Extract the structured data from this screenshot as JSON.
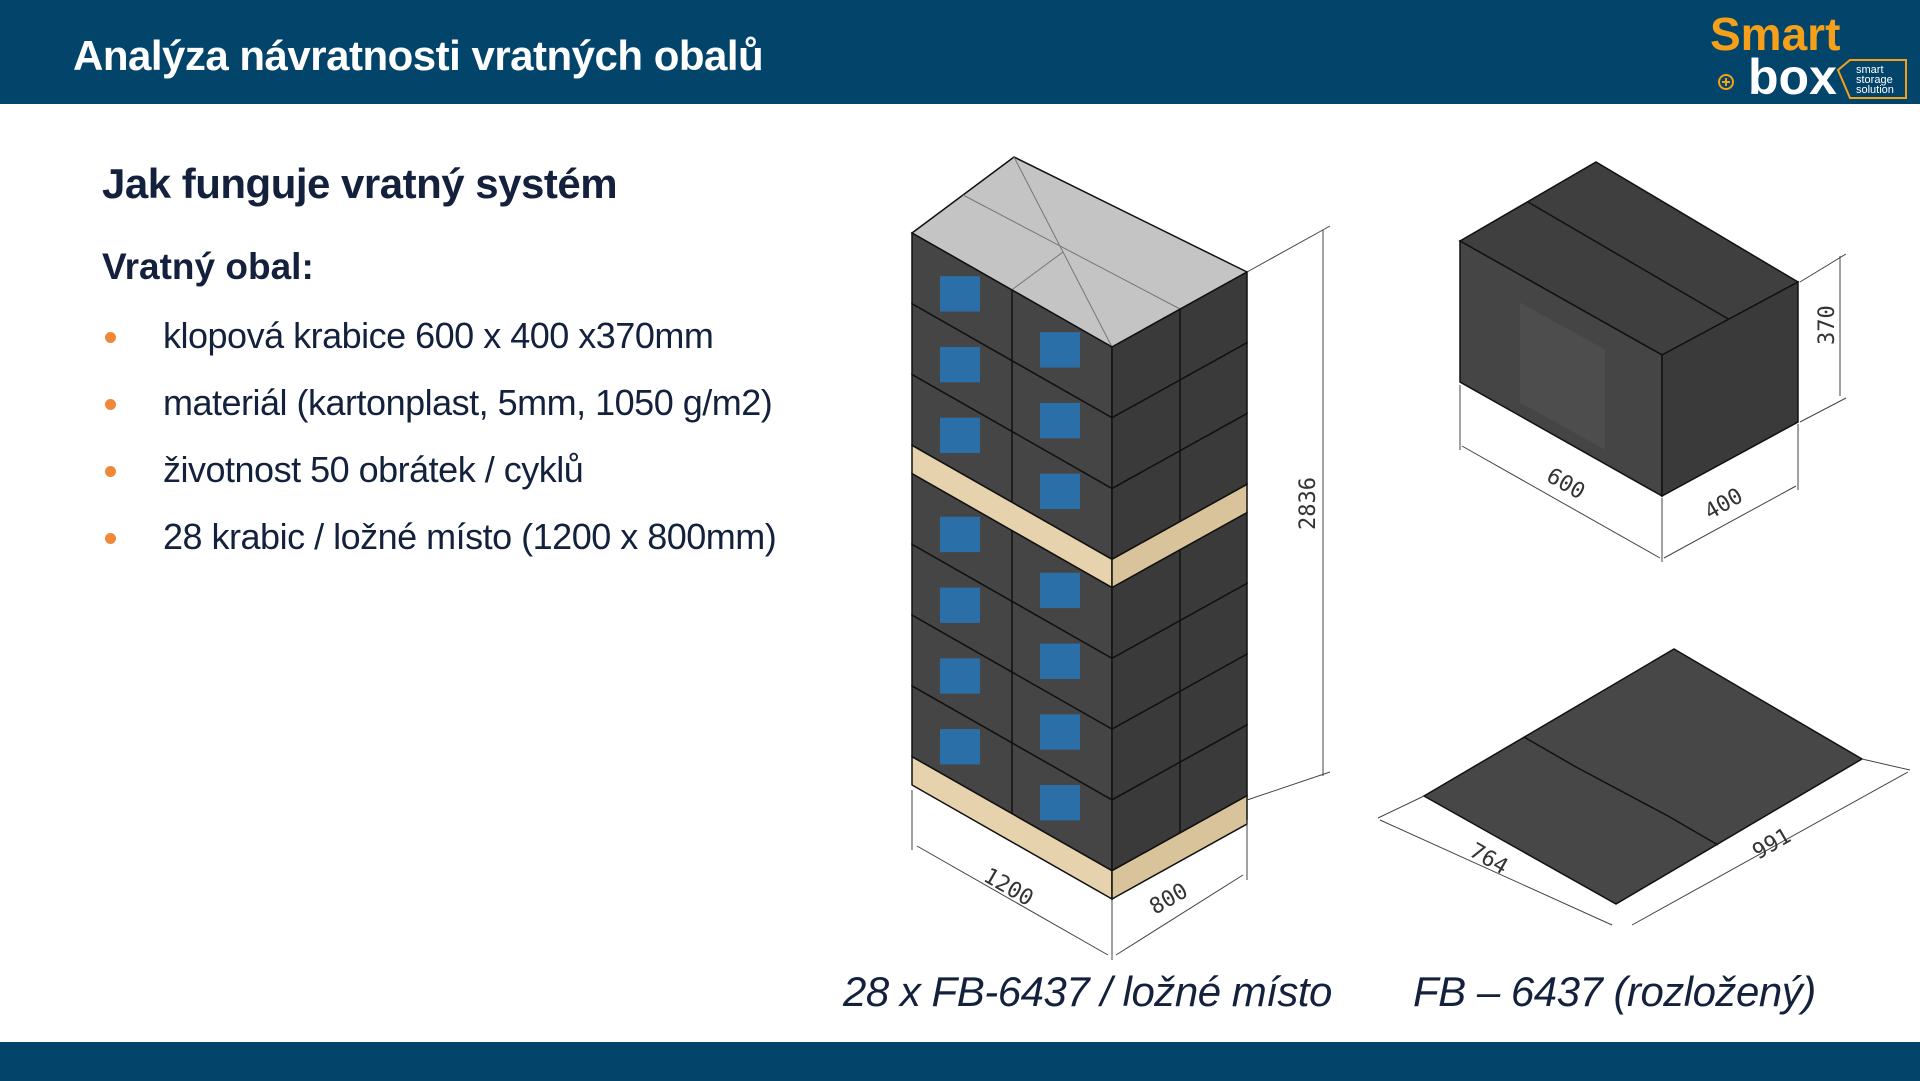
{
  "header": {
    "title": "Analýza návratnosti vratných obalů"
  },
  "logo": {
    "line1": "Smart",
    "line2": "box",
    "tagline": [
      "smart",
      "storage",
      "solution"
    ]
  },
  "main": {
    "heading": "Jak funguje vratný systém",
    "subheading": "Vratný obal:",
    "bullets": [
      "klopová krabice 600 x 400 x370mm",
      "materiál (kartonplast, 5mm, 1050 g/m2)",
      "životnost 50 obrátek / cyklů",
      "28 krabic / ložné místo (1200 x 800mm)"
    ]
  },
  "pallet_drawing": {
    "dims": {
      "length": "1200",
      "width": "800",
      "height": "2836"
    },
    "caption": "28 x FB-6437 / ložné místo"
  },
  "box_drawing": {
    "dims": {
      "length": "600",
      "width": "400",
      "height": "370"
    }
  },
  "flat_drawing": {
    "dims": {
      "length": "764",
      "width": "991"
    },
    "caption": "FB – 6437 (rozložený)"
  },
  "colors": {
    "brand_blue": "#03446a",
    "accent_orange": "#f0883a",
    "box_dark": "#434343"
  }
}
